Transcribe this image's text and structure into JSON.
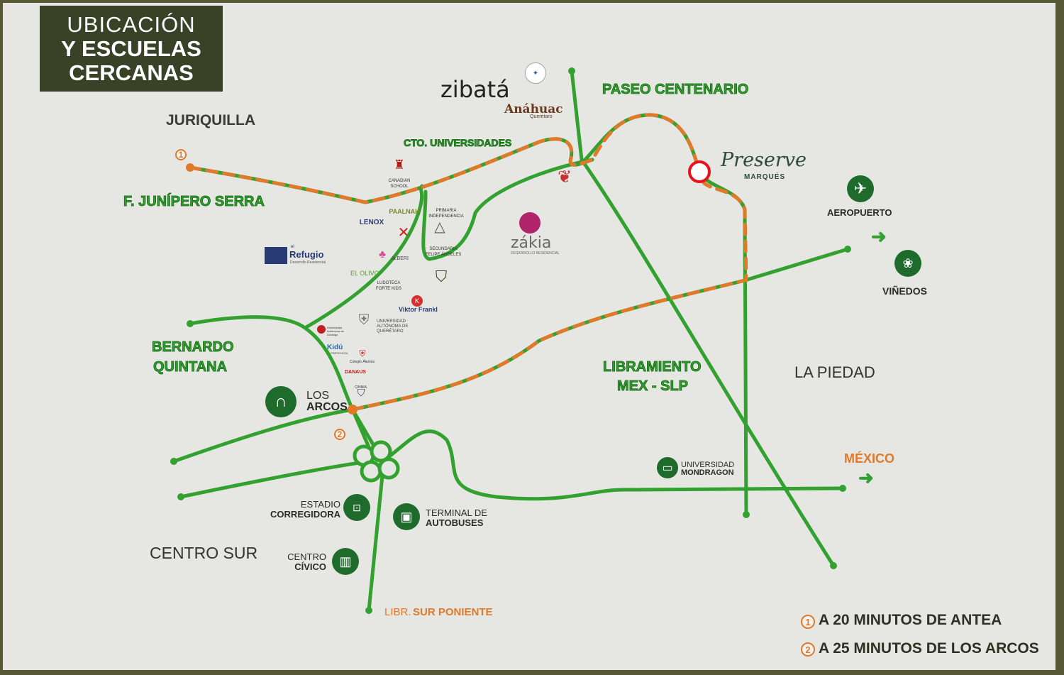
{
  "title": {
    "line1": "UBICACIÓN",
    "line2": "Y ESCUELAS",
    "line3": "CERCANAS"
  },
  "areas": {
    "juriquilla": "JURIQUILLA",
    "la_piedad": "LA PIEDAD",
    "centro_sur": "CENTRO SUR",
    "zibata": "zibatá"
  },
  "roads": {
    "paseo_centenario": "PASEO CENTENARIO",
    "cto_universidades": "CTO. UNIVERSIDADES",
    "junipero_serra": "F. JUNÍPERO SERRA",
    "bernardo_quintana_1": "BERNARDO",
    "bernardo_quintana_2": "QUINTANA",
    "libramiento_1": "LIBRAMIENTO",
    "libramiento_2": "MEX - SLP",
    "libr_sur_a": "LIBR.",
    "libr_sur_b": "SUR PONIENTE"
  },
  "preserve": {
    "name": "Preserve",
    "sub": "MARQUÉS"
  },
  "destinations": {
    "aeropuerto": "AEROPUERTO",
    "vinedos": "VIÑEDOS",
    "mexico": "MÉXICO"
  },
  "poi": {
    "los_arcos_a": "LOS",
    "los_arcos_b": "ARCOS",
    "estadio_a": "ESTADIO",
    "estadio_b": "CORREGIDORA",
    "terminal_a": "TERMINAL DE",
    "terminal_b": "AUTOBUSES",
    "civico_a": "CENTRO",
    "civico_b": "CÍVICO",
    "mondragon_a": "UNIVERSIDAD",
    "mondragon_b": "MONDRAGON"
  },
  "schools": {
    "anahuac": "Anáhuac",
    "anahuac_sub": "Querétaro",
    "canadian": "CANADIAN SCHOOL",
    "lenox": "LENOX",
    "paalnah": "PAALNAH",
    "primaria_a": "PRIMARIA",
    "primaria_b": "INDEPENDENCIA",
    "secundaria_a": "SECUNDARIA",
    "secundaria_b": "FELIPE ÁNGELES",
    "zakia": "zákia",
    "zakia_sub": "DESARROLLO RESIDENCIAL",
    "refugio": "Refugio",
    "refugio_pre": "el",
    "refugio_sub": "Desarrollo Residencial",
    "alberi": "ALBERI",
    "el_olivo": "EL OLIVO",
    "ludoteca_a": "LUDOTECA",
    "ludoteca_b": "FORTE KIDS",
    "viktor": "Viktor Frankl",
    "uaq_a": "UNIVERSIDAD",
    "uaq_b": "AUTÓNOMA DE",
    "uaq_c": "QUERÉTARO",
    "ud": "Universidad Autónoma de Durango",
    "kidu": "Kidú",
    "kidu_sub": "PRESCHOOL",
    "alamos": "Colegio Álamos",
    "danaus": "DANAUS",
    "cinnia": "CINNIA"
  },
  "legend": {
    "badge1": "1",
    "badge2": "2",
    "item1": "A 20 MINUTOS DE ANTEA",
    "item2": "A 25 MINUTOS DE LOS ARCOS"
  },
  "colors": {
    "road_green": "#32a12f",
    "route_orange": "#e07a2a",
    "title_bg": "#3a4126",
    "marker_red": "#e8121a",
    "icon_green": "#1e6b2c"
  },
  "icons": [
    "airplane-icon",
    "grapes-icon",
    "arch-icon",
    "stadium-icon",
    "bus-icon",
    "building-icon",
    "book-icon"
  ]
}
